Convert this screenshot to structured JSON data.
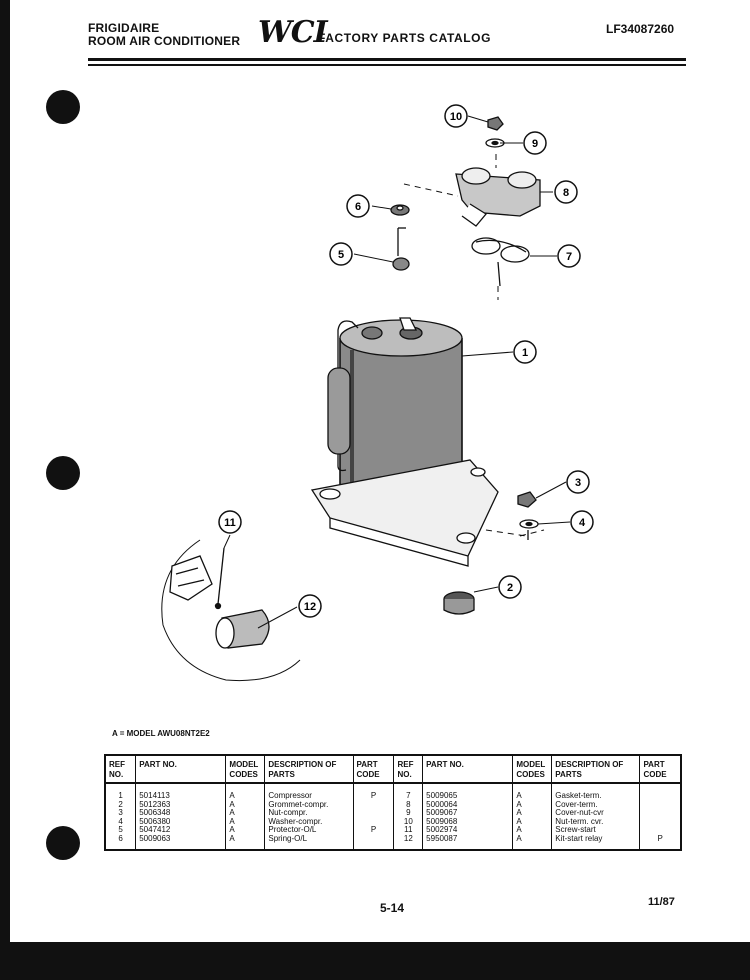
{
  "header": {
    "brand": "FRIGIDAIRE",
    "product": "ROOM AIR CONDITIONER",
    "logo": "WCI",
    "catalog": "FACTORY PARTS CATALOG",
    "catalog_number": "LF34087260"
  },
  "callouts": [
    "1",
    "2",
    "3",
    "4",
    "5",
    "6",
    "7",
    "8",
    "9",
    "10",
    "11",
    "12"
  ],
  "model_note": "A = MODEL AWU08NT2E2",
  "table": {
    "headers": {
      "ref": "REF NO.",
      "part": "PART NO.",
      "model": "MODEL CODES",
      "desc": "DESCRIPTION OF PARTS",
      "code": "PART CODE"
    },
    "left": [
      {
        "ref": "1",
        "part": "5014113",
        "model": "A",
        "desc": "Compressor",
        "code": "P"
      },
      {
        "ref": "2",
        "part": "5012363",
        "model": "A",
        "desc": "Grommet-compr.",
        "code": ""
      },
      {
        "ref": "3",
        "part": "5006348",
        "model": "A",
        "desc": "Nut-compr.",
        "code": ""
      },
      {
        "ref": "4",
        "part": "5006380",
        "model": "A",
        "desc": "Washer-compr.",
        "code": ""
      },
      {
        "ref": "5",
        "part": "5047412",
        "model": "A",
        "desc": "Protector-O/L",
        "code": "P"
      },
      {
        "ref": "6",
        "part": "5009063",
        "model": "A",
        "desc": "Spring-O/L",
        "code": ""
      }
    ],
    "right": [
      {
        "ref": "7",
        "part": "5009065",
        "model": "A",
        "desc": "Gasket-term.",
        "code": ""
      },
      {
        "ref": "8",
        "part": "5000064",
        "model": "A",
        "desc": "Cover-term.",
        "code": ""
      },
      {
        "ref": "9",
        "part": "5009067",
        "model": "A",
        "desc": "Cover-nut-cvr",
        "code": ""
      },
      {
        "ref": "10",
        "part": "5009068",
        "model": "A",
        "desc": "Nut-term. cvr.",
        "code": ""
      },
      {
        "ref": "11",
        "part": "5002974",
        "model": "A",
        "desc": "Screw-start",
        "code": ""
      },
      {
        "ref": "12",
        "part": "5950087",
        "model": "A",
        "desc": "Kit-start relay",
        "code": "P"
      }
    ]
  },
  "footer": {
    "page": "5-14",
    "date": "11/87"
  },
  "colors": {
    "ink": "#111111",
    "paper": "#ffffff"
  }
}
